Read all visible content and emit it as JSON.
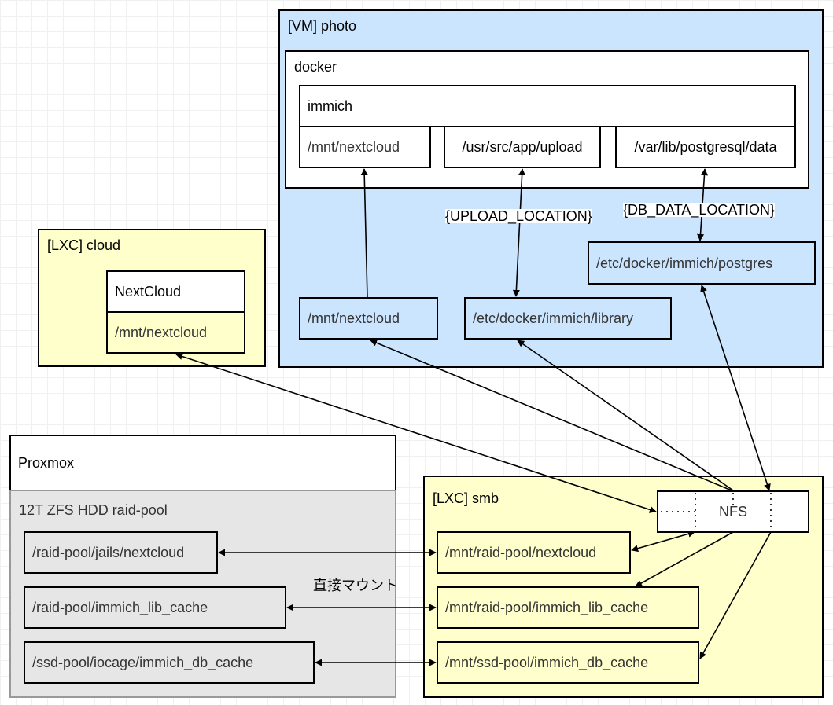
{
  "vm_photo": {
    "title": "[VM] photo",
    "docker": {
      "title": "docker",
      "immich": {
        "title": "immich",
        "mounts": [
          "/mnt/nextcloud",
          "/usr/src/app/upload",
          "/var/lib/postgresql/data"
        ]
      }
    },
    "host_paths": {
      "nextcloud": "/mnt/nextcloud",
      "library": "/etc/docker/immich/library",
      "postgres": "/etc/docker/immich/postgres"
    },
    "env_labels": {
      "upload": "{UPLOAD_LOCATION}",
      "db": "{DB_DATA_LOCATION}"
    }
  },
  "lxc_cloud": {
    "title": "[LXC] cloud",
    "app": "NextCloud",
    "mount": "/mnt/nextcloud"
  },
  "proxmox": {
    "title": "Proxmox",
    "pool_title": "12T ZFS HDD raid-pool",
    "datasets": [
      "/raid-pool/jails/nextcloud",
      "/raid-pool/immich_lib_cache",
      "/ssd-pool/iocage/immich_db_cache"
    ]
  },
  "lxc_smb": {
    "title": "[LXC] smb",
    "nfs": "NFS",
    "mounts": [
      "/mnt/raid-pool/nextcloud",
      "/mnt/raid-pool/immich_lib_cache",
      "/mnt/ssd-pool/immich_db_cache"
    ]
  },
  "annotation": "直接マウント"
}
